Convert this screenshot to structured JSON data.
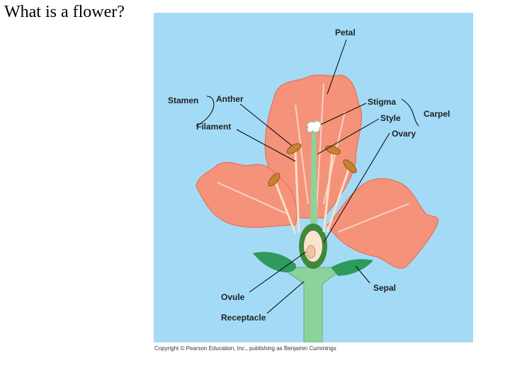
{
  "slide": {
    "title": "What is a flower?"
  },
  "diagram": {
    "labels": {
      "petal": "Petal",
      "stamen": "Stamen",
      "anther": "Anther",
      "filament": "Filament",
      "stigma": "Stigma",
      "style": "Style",
      "ovary": "Ovary",
      "carpel": "Carpel",
      "ovule": "Ovule",
      "receptacle": "Receptacle",
      "sepal": "Sepal"
    },
    "colors": {
      "background": "#a3dbf7",
      "petal": "#f4937a",
      "petal_vein": "#fbd2c2",
      "stem": "#8bd39a",
      "sepal": "#2e9a5c",
      "ovary_wall": "#3f8a3a",
      "anther": "#c9822f"
    },
    "copyright": "Copyright © Pearson Education, Inc., publishing as Benjamin Cummings"
  }
}
